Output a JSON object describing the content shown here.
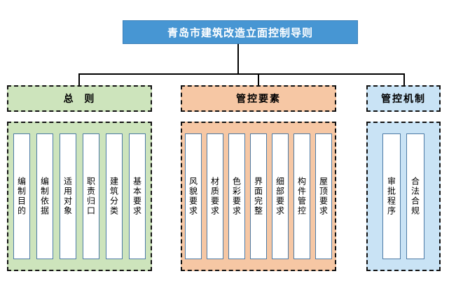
{
  "root": {
    "title": "青岛市建筑改造立面控制导则"
  },
  "sections": [
    {
      "id": "general",
      "title": "总  则",
      "items": [
        "编制目的",
        "编制依据",
        "适用对象",
        "职责归口",
        "建筑分类",
        "基本要求"
      ]
    },
    {
      "id": "elements",
      "title": "管控要素",
      "items": [
        "风貌要求",
        "材质要求",
        "色彩要求",
        "界面完整",
        "细部要求",
        "构件管控",
        "屋顶要求"
      ]
    },
    {
      "id": "mechanism",
      "title": "管控机制",
      "items": [
        "审批程序",
        "合法合规"
      ]
    }
  ],
  "colors": {
    "root-bg": "#4796d3",
    "root-border": "#3a7fb8",
    "root-text": "#ffffff",
    "general-bg": "#cde4bc",
    "elements-bg": "#f6c7a4",
    "mechanism-bg": "#c9e3f5",
    "leaf-border": "#4d7ba6",
    "dash-border": "#111111",
    "connector": "#000000"
  }
}
